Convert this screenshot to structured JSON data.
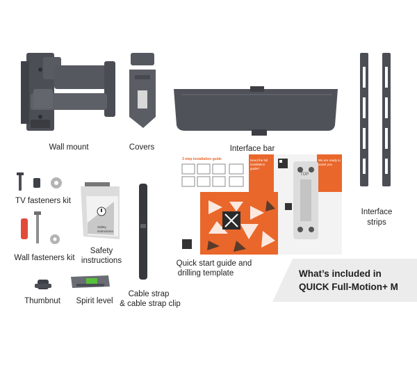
{
  "items": {
    "wall_mount": "Wall mount",
    "covers": "Covers",
    "interface_bar": "Interface bar",
    "interface_strips_line1": "Interface",
    "interface_strips_line2": "strips",
    "tv_fasteners_kit": "TV fasteners kit",
    "wall_fasteners_kit": "Wall fasteners kit",
    "safety_instructions_line1": "Safety",
    "safety_instructions_line2": "instructions",
    "quick_start_line1": "Quick start guide and",
    "quick_start_line2": "drilling template",
    "thumbnut": "Thumbnut",
    "spirit_level": "Spirit level",
    "cable_strap_line1": "Cable strap",
    "cable_strap_line2": "& cable strap clip"
  },
  "badge": {
    "line1": "What’s included in",
    "line2": "QUICK Full-Motion+ M"
  },
  "product_text": {
    "guide_heading": "3 step installation guide",
    "need_full_guide": "Need the full installation guide?",
    "we_are_ready": "We are ready to assist you",
    "top_label": "TOP",
    "safety_card": "Safety instructions"
  },
  "colors": {
    "accent_orange": "#e9672b",
    "product_gray": "#4b4e55",
    "badge_bg": "#ececec"
  }
}
